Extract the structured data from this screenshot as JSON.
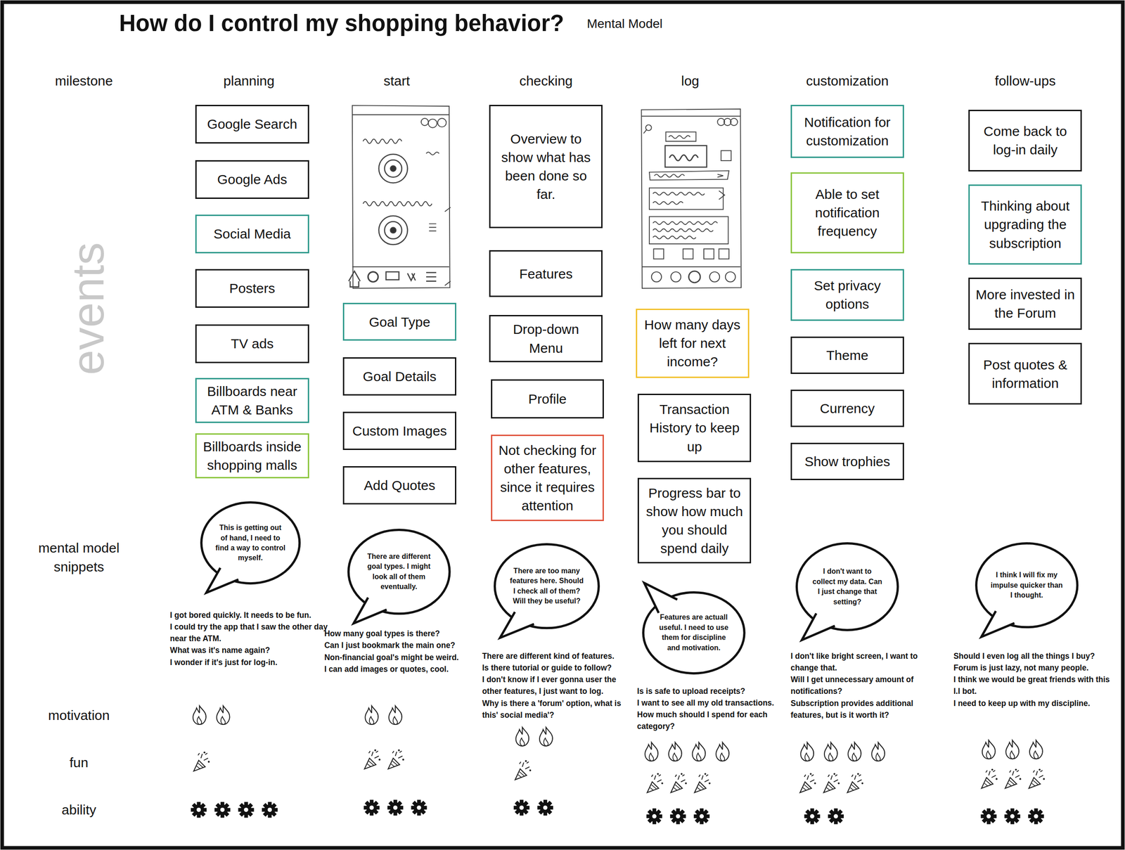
{
  "diagram": {
    "title": "How do I control my shopping behavior?",
    "nodes": [
      {
        "text": [
          "Google Search"
        ]
      },
      {
        "text": [
          "Google Ads"
        ]
      },
      {
        "text": [
          "Social Media"
        ]
      },
      {
        "text": [
          "Posters"
        ]
      },
      {
        "text": [
          "TV ads"
        ]
      },
      {
        "text": [
          "Billboards near ATM & Banks"
        ]
      },
      {
        "text": [
          "Billboards inside shopping malls"
        ]
      },
      {
        "text": [
          "Goal Type"
        ]
      },
      {
        "text": [
          "Goal Details"
        ]
      },
      {
        "text": [
          "Custom Images"
        ]
      },
      {
        "text": [
          "Add Quotes"
        ]
      },
      {
        "text": [
          "Overview to show what has been done so far."
        ]
      },
      {
        "text": [
          "Features"
        ]
      },
      {
        "text": [
          "Drop-down Menu"
        ]
      },
      {
        "text": [
          "Profile"
        ]
      },
      {
        "text": [
          "Not checking for other features, since it requires attention"
        ]
      },
      {
        "text": [
          "How many days left for next income?"
        ]
      },
      {
        "text": [
          "Transaction History to keep up"
        ]
      },
      {
        "text": [
          "Progress bar to show how much you should spend daily"
        ]
      },
      {
        "text": [
          "Notification for customization"
        ]
      },
      {
        "text": [
          "Able to set notification frequency"
        ]
      },
      {
        "text": [
          "Set privacy options"
        ]
      },
      {
        "text": [
          "Theme"
        ]
      },
      {
        "text": [
          "Currency"
        ]
      },
      {
        "text": [
          "Show trophies"
        ]
      },
      {
        "text": [
          "Come back to log-in daily"
        ]
      },
      {
        "text": [
          "Thinking about upgrading the subscription"
        ]
      },
      {
        "text": [
          "More invested in the Forum"
        ]
      },
      {
        "text": [
          "Post quotes & information"
        ]
      },
      {
        "text": [
          "This is getting out of hand, I need to find a way to control myself."
        ]
      },
      {
        "text": [
          "There are different goal types. I might look all of them eventually."
        ]
      },
      {
        "text": [
          "There are too many features here. Should I check all of them? Will they be useful?"
        ]
      },
      {
        "text": [
          "Features are actuall useful. I need to use them for discipline and motivation."
        ]
      },
      {
        "text": [
          "I don't want to collect my data. Can I just change that setting?"
        ]
      },
      {
        "text": [
          "I think I will fix my impulse quicker than I thought."
        ]
      }
    ],
    "labels": [
      "Mental Model",
      "milestone",
      "planning",
      "start",
      "checking",
      "log",
      "customization",
      "follow-ups",
      "events",
      "mental model snippets",
      "I got bored quickly. It needs to be fun.",
      "I could try the app that I saw the other day near the ATM.",
      "What was it's name again?",
      "I wonder if it's just for log-in.",
      "How many goal types is there?",
      "Can I just bookmark the main one?",
      "Non-financial goal's might be weird.",
      "I can add images or quotes, cool.",
      "There are different kind of features.",
      "Is there tutorial or guide to follow?",
      "I don't know if I ever gonna user the other features, I just want to log.",
      "Why is there a 'forum' option, what is this' social media'?",
      "Is is safe to upload receipts?",
      "I want to see all my old transactions.",
      "How much should I spend for each category?",
      "I don't like bright screen, I want to change that.",
      "Will I get unnecessary amount of notifications?",
      "Subscription provides additional features, but is it worth it?",
      "Should I even log all the things I buy?",
      "Forum is just lazy, not many people.",
      "I think we would be great friends with this I.I bot.",
      "I need to keep up with my discipline.",
      "motivation",
      "fun",
      "ability"
    ]
  }
}
